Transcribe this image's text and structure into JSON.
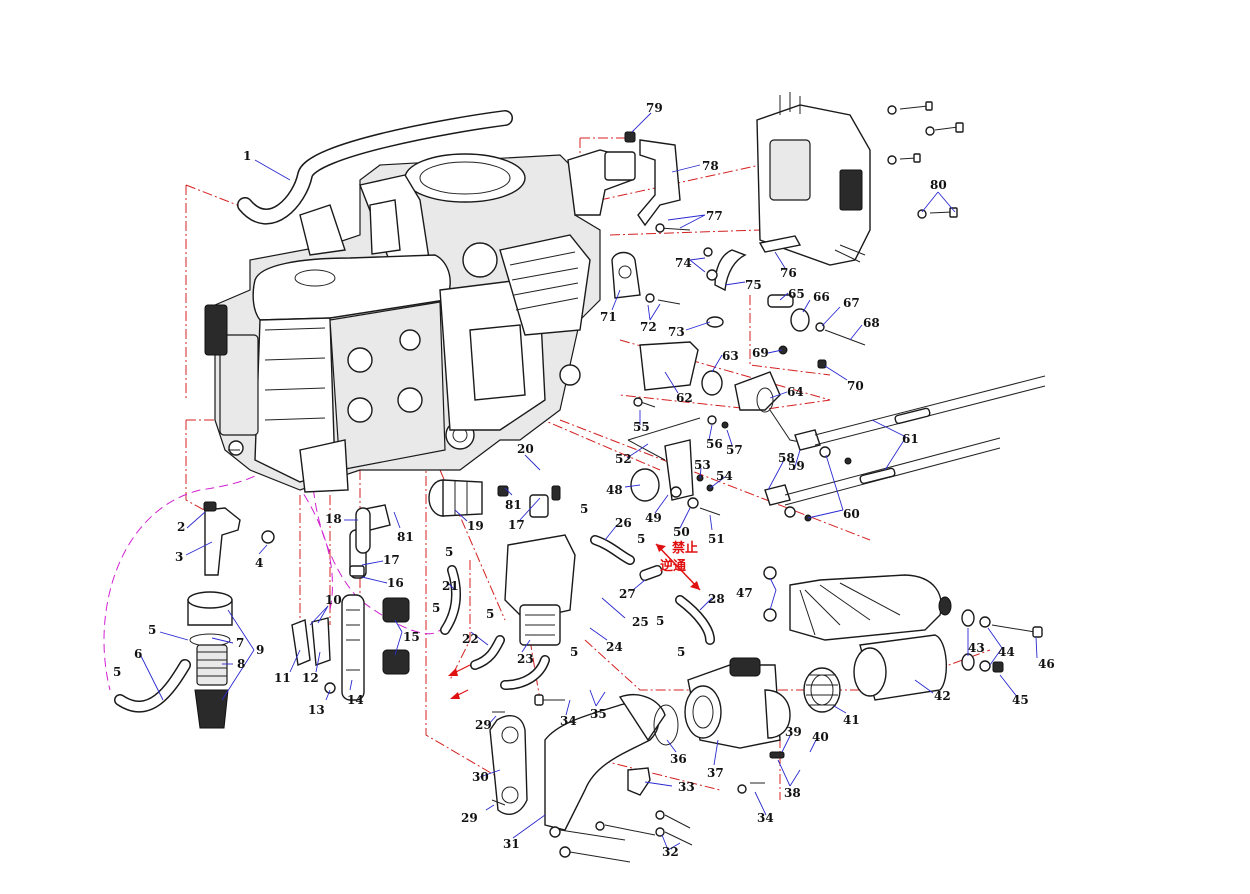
{
  "warning": {
    "line1": "禁止",
    "line2": "逆通"
  },
  "callouts": [
    {
      "id": "c1",
      "text": "1"
    },
    {
      "id": "c2",
      "text": "2"
    },
    {
      "id": "c3",
      "text": "3"
    },
    {
      "id": "c4",
      "text": "4"
    },
    {
      "id": "c5a",
      "text": "5"
    },
    {
      "id": "c5b",
      "text": "5"
    },
    {
      "id": "c5c",
      "text": "5"
    },
    {
      "id": "c5d",
      "text": "5"
    },
    {
      "id": "c5e",
      "text": "5"
    },
    {
      "id": "c5f",
      "text": "5"
    },
    {
      "id": "c5g",
      "text": "5"
    },
    {
      "id": "c5h",
      "text": "5"
    },
    {
      "id": "c5i",
      "text": "5"
    },
    {
      "id": "c5j",
      "text": "5"
    },
    {
      "id": "c6",
      "text": "6"
    },
    {
      "id": "c7",
      "text": "7"
    },
    {
      "id": "c8",
      "text": "8"
    },
    {
      "id": "c9",
      "text": "9"
    },
    {
      "id": "c10",
      "text": "10"
    },
    {
      "id": "c11",
      "text": "11"
    },
    {
      "id": "c12",
      "text": "12"
    },
    {
      "id": "c13",
      "text": "13"
    },
    {
      "id": "c14",
      "text": "14"
    },
    {
      "id": "c15",
      "text": "15"
    },
    {
      "id": "c16",
      "text": "16"
    },
    {
      "id": "c17a",
      "text": "17"
    },
    {
      "id": "c17b",
      "text": "17"
    },
    {
      "id": "c18",
      "text": "18"
    },
    {
      "id": "c19",
      "text": "19"
    },
    {
      "id": "c20",
      "text": "20"
    },
    {
      "id": "c21",
      "text": "21"
    },
    {
      "id": "c22",
      "text": "22"
    },
    {
      "id": "c23",
      "text": "23"
    },
    {
      "id": "c24",
      "text": "24"
    },
    {
      "id": "c25",
      "text": "25"
    },
    {
      "id": "c26",
      "text": "26"
    },
    {
      "id": "c27",
      "text": "27"
    },
    {
      "id": "c28",
      "text": "28"
    },
    {
      "id": "c29a",
      "text": "29"
    },
    {
      "id": "c29b",
      "text": "29"
    },
    {
      "id": "c30",
      "text": "30"
    },
    {
      "id": "c31",
      "text": "31"
    },
    {
      "id": "c32",
      "text": "32"
    },
    {
      "id": "c33",
      "text": "33"
    },
    {
      "id": "c34a",
      "text": "34"
    },
    {
      "id": "c34b",
      "text": "34"
    },
    {
      "id": "c35",
      "text": "35"
    },
    {
      "id": "c36",
      "text": "36"
    },
    {
      "id": "c37",
      "text": "37"
    },
    {
      "id": "c38",
      "text": "38"
    },
    {
      "id": "c39",
      "text": "39"
    },
    {
      "id": "c40",
      "text": "40"
    },
    {
      "id": "c41",
      "text": "41"
    },
    {
      "id": "c42",
      "text": "42"
    },
    {
      "id": "c43",
      "text": "43"
    },
    {
      "id": "c44",
      "text": "44"
    },
    {
      "id": "c45",
      "text": "45"
    },
    {
      "id": "c46",
      "text": "46"
    },
    {
      "id": "c47",
      "text": "47"
    },
    {
      "id": "c48",
      "text": "48"
    },
    {
      "id": "c49",
      "text": "49"
    },
    {
      "id": "c50",
      "text": "50"
    },
    {
      "id": "c51",
      "text": "51"
    },
    {
      "id": "c52",
      "text": "52"
    },
    {
      "id": "c53",
      "text": "53"
    },
    {
      "id": "c54",
      "text": "54"
    },
    {
      "id": "c55",
      "text": "55"
    },
    {
      "id": "c56",
      "text": "56"
    },
    {
      "id": "c57",
      "text": "57"
    },
    {
      "id": "c58",
      "text": "58"
    },
    {
      "id": "c59",
      "text": "59"
    },
    {
      "id": "c60",
      "text": "60"
    },
    {
      "id": "c61",
      "text": "61"
    },
    {
      "id": "c62",
      "text": "62"
    },
    {
      "id": "c63",
      "text": "63"
    },
    {
      "id": "c64",
      "text": "64"
    },
    {
      "id": "c65",
      "text": "65"
    },
    {
      "id": "c66",
      "text": "66"
    },
    {
      "id": "c67",
      "text": "67"
    },
    {
      "id": "c68",
      "text": "68"
    },
    {
      "id": "c69",
      "text": "69"
    },
    {
      "id": "c70",
      "text": "70"
    },
    {
      "id": "c71",
      "text": "71"
    },
    {
      "id": "c72",
      "text": "72"
    },
    {
      "id": "c73",
      "text": "73"
    },
    {
      "id": "c74",
      "text": "74"
    },
    {
      "id": "c75",
      "text": "75"
    },
    {
      "id": "c76",
      "text": "76"
    },
    {
      "id": "c77",
      "text": "77"
    },
    {
      "id": "c78",
      "text": "78"
    },
    {
      "id": "c79",
      "text": "79"
    },
    {
      "id": "c80",
      "text": "80"
    },
    {
      "id": "c81a",
      "text": "81"
    },
    {
      "id": "c81b",
      "text": "81"
    }
  ]
}
